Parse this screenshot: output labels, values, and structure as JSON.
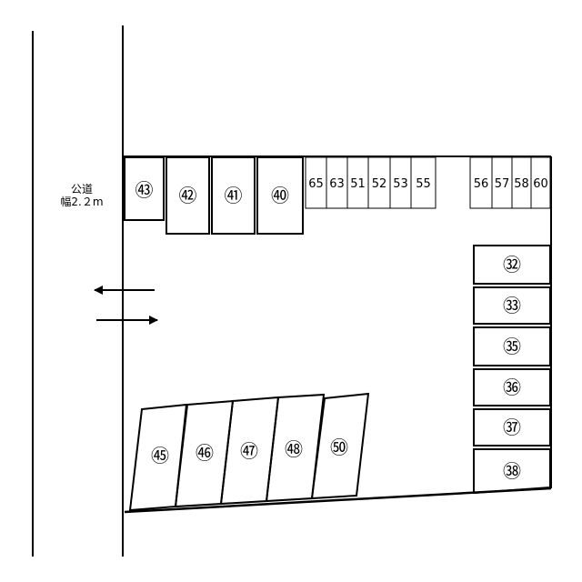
{
  "road": {
    "line1": "公道",
    "line2": "幅2.２m"
  },
  "spaces": {
    "s43": "㊸",
    "s42": "㊷",
    "s41": "㊶",
    "s40": "㊵",
    "s65": "65",
    "s63": "63",
    "s51": "51",
    "s52": "52",
    "s53": "53",
    "s55": "55",
    "s56": "56",
    "s57": "57",
    "s58": "58",
    "s60": "60",
    "s32": "㉜",
    "s33": "㉝",
    "s35": "㉟",
    "s36": "㊱",
    "s37": "㊲",
    "s38": "㊳",
    "s45": "㊺",
    "s46": "㊻",
    "s47": "㊼",
    "s48": "㊽",
    "s50": "㊿"
  }
}
